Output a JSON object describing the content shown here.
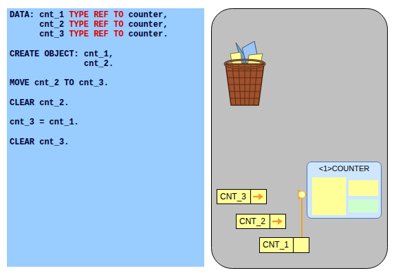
{
  "diagram": {
    "nodes": [
      {
        "text": [
          "DATA: cnt_1",
          "TYPE REF TO",
          "counter,",
          "cnt_2",
          "TYPE REF TO",
          "counter,",
          "cnt_3",
          "TYPE REF TO",
          "counter.",
          "CREATE OBJECT: cnt_1,",
          "cnt_2.",
          "MOVE cnt_2 TO cnt_3.",
          "CLEAR cnt_2.",
          "cnt_3 = cnt_1.",
          "CLEAR cnt_3."
        ]
      },
      {
        "text": [
          "<1>COUNTER"
        ]
      },
      {
        "text": [
          "CNT_3"
        ]
      },
      {
        "text": [
          "CNT_2"
        ]
      },
      {
        "text": [
          "CNT_1"
        ]
      }
    ],
    "edges": [
      {
        "from": 4,
        "to": 1,
        "arrow": "to"
      }
    ]
  }
}
